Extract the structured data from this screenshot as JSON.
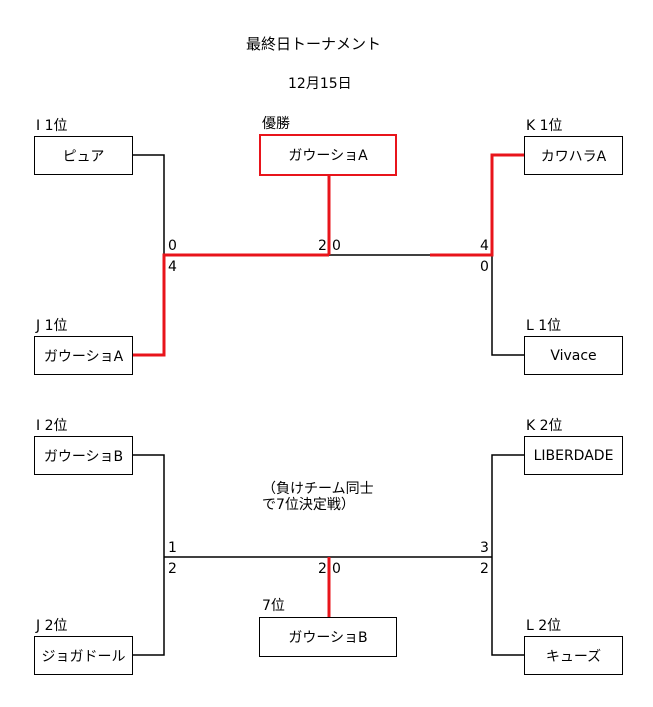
{
  "title": "最終日トーナメント",
  "date": "12月15日",
  "colors": {
    "win": "#e8141b",
    "line": "#000000"
  },
  "champion": {
    "label": "優勝",
    "team": "ガウーショA"
  },
  "seventh": {
    "label": "7位",
    "team": "ガウーショB"
  },
  "note": {
    "line1": "（負けチーム同士",
    "line2": "で7位決定戦）"
  },
  "top": {
    "i1": {
      "label": "I 1位",
      "team": "ピュア"
    },
    "j1": {
      "label": "J 1位",
      "team": "ガウーショA"
    },
    "k1": {
      "label": "K 1位",
      "team": "カワハラA"
    },
    "l1": {
      "label": "L 1位",
      "team": "Vivace"
    },
    "scores": {
      "left_top": "0",
      "left_bottom": "4",
      "right_top": "4",
      "right_bottom": "0",
      "final_left": "2",
      "final_right": "0"
    }
  },
  "bottom": {
    "i2": {
      "label": "I 2位",
      "team": "ガウーショB"
    },
    "j2": {
      "label": "J 2位",
      "team": "ジョガドール"
    },
    "k2": {
      "label": "K 2位",
      "team": "LIBERDADE"
    },
    "l2": {
      "label": "L 2位",
      "team": "キューズ"
    },
    "scores": {
      "left_top": "1",
      "left_bottom": "2",
      "right_top": "3",
      "right_bottom": "2",
      "final_left": "2",
      "final_right": "0"
    }
  }
}
